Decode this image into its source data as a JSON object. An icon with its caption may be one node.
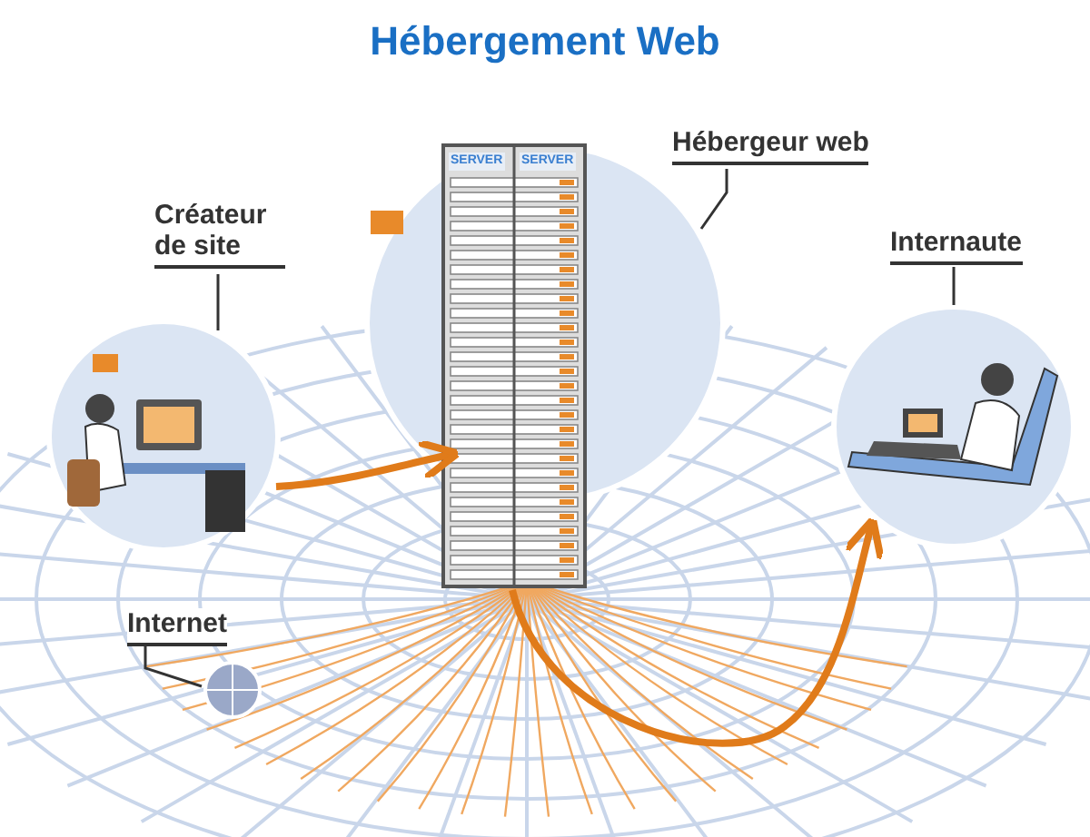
{
  "diagram": {
    "title": "Hébergement Web",
    "nodes": [
      {
        "text": [
          "Créateur de site"
        ]
      },
      {
        "text": [],
        "shape": "picture"
      },
      {
        "text": [
          "Hébergeur web"
        ]
      },
      {
        "text": [],
        "shape": "picture"
      },
      {
        "text": [
          "Internaute"
        ]
      },
      {
        "text": [],
        "shape": "picture"
      },
      {
        "text": [
          "Internet"
        ]
      },
      {
        "text": [],
        "shape": "picture"
      }
    ],
    "edges": [
      {
        "from": 0,
        "to": 1,
        "arrow": "none"
      },
      {
        "from": 2,
        "to": 3,
        "arrow": "none"
      },
      {
        "from": 4,
        "to": 5,
        "arrow": "none"
      },
      {
        "from": 6,
        "to": 7,
        "arrow": "none"
      },
      {
        "from": 1,
        "to": 3,
        "arrow": "to",
        "style": "thick",
        "color": "#e07b1a"
      },
      {
        "from": 3,
        "to": 5,
        "arrow": "to",
        "style": "thick",
        "color": "#e07b1a"
      }
    ],
    "labels": [
      "SERVER",
      "SERVER"
    ]
  }
}
